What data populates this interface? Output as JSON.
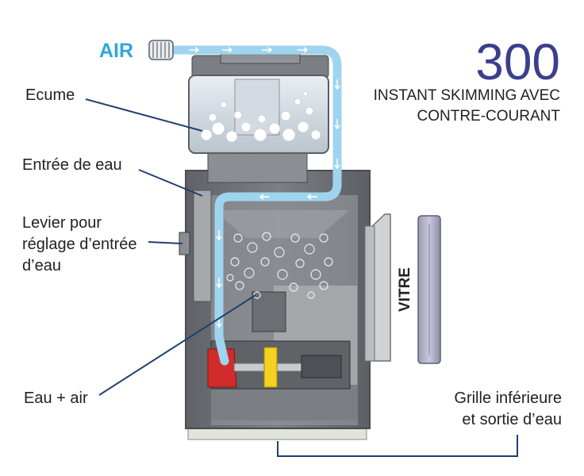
{
  "model": "300",
  "tagline": [
    "INSTANT SKIMMING AVEC",
    "CONTRE-COURANT"
  ],
  "labels": {
    "air": "AIR",
    "ecume": "Ecume",
    "entree": "Entrée de eau",
    "levier": [
      "Levier pour",
      "réglage d’entrée",
      "d’eau"
    ],
    "eau_air": "Eau + air",
    "vitre": "VITRE",
    "grille": [
      "Grille inférieure",
      "et sortie d’eau"
    ]
  },
  "colors": {
    "brand_blue": "#3b3f8c",
    "air_blue": "#2fa6dd",
    "flow_blue": "#9fd4ef",
    "leader_line": "#21406f",
    "body_gray": "#6e7175",
    "pump_red": "#d22b2b",
    "impeller_yellow": "#f4d21f"
  },
  "icons": [
    "air-intake-icon",
    "flow-arrow-icon",
    "bubble-icon"
  ]
}
